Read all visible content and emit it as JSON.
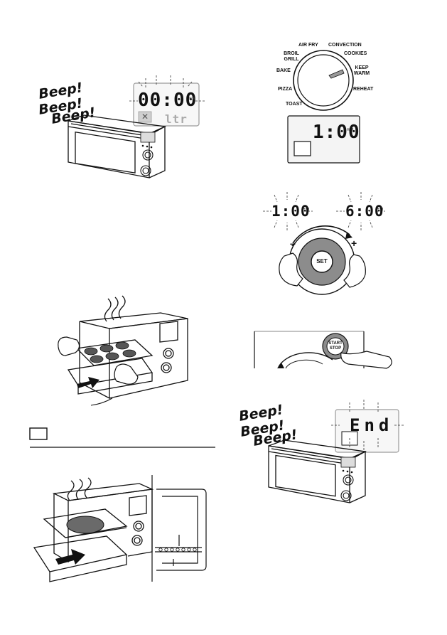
{
  "beep_top": [
    "Beep!",
    "Beep!",
    "Beep!"
  ],
  "beep_bottom": [
    "Beep!",
    "Beep!",
    "Beep!"
  ],
  "display_top_time": "00:00",
  "display_top_unit": "H:M",
  "display_top_sub": "ltr",
  "dial_labels": {
    "airfry": "AIR FRY",
    "convection": "CONVECTION",
    "broil_grill": "BROIL\nGRILL",
    "cookies": "COOKIES",
    "bake": "BAKE",
    "keep_warm": "KEEP\nWARM",
    "pizza": "PIZZA",
    "reheat": "REHEAT",
    "toast": "TOAST"
  },
  "display_set_time": "1:00",
  "display_set_unit": "H:M",
  "adjust_from": "1:00",
  "adjust_to": "6:00",
  "adjust_unit": "H:M",
  "minus_symbol": "–",
  "plus_symbol": "+",
  "set_button": "SET",
  "start_stop_button": "START\nSTOP",
  "display_end": "End",
  "colors": {
    "ink": "#111111",
    "gray": "#9a9a9a",
    "knob_ring": "#8c8c8c",
    "panel": "#f2f2f2"
  }
}
